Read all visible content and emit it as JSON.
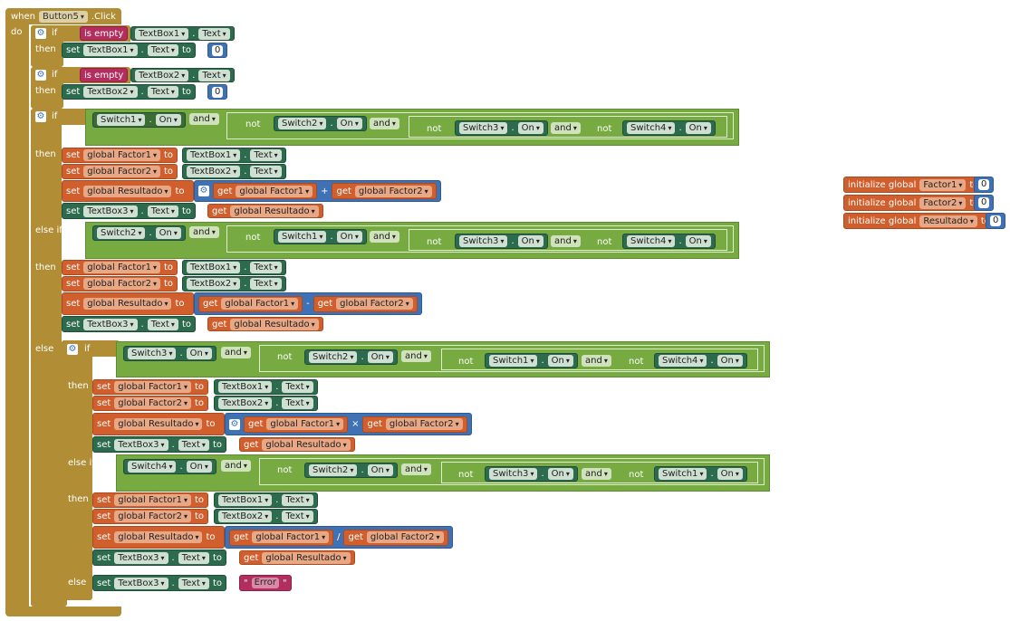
{
  "event": {
    "when": "when",
    "component": "Button5",
    "event_name": ".Click",
    "do": "do"
  },
  "kw": {
    "if": "if",
    "then": "then",
    "else_if": "else if",
    "else": "else",
    "set": "set",
    "get": "get",
    "to": "to",
    "dot": ".",
    "not": "not",
    "and": "and",
    "is_empty": "is empty"
  },
  "comp": {
    "textbox1": "TextBox1",
    "textbox2": "TextBox2",
    "textbox3": "TextBox3",
    "switch1": "Switch1",
    "switch2": "Switch2",
    "switch3": "Switch3",
    "switch4": "Switch4",
    "text": "Text",
    "on": "On"
  },
  "vars": {
    "factor1": "global Factor1",
    "factor2": "global Factor2",
    "resultado": "global Resultado"
  },
  "ops": {
    "plus": "+",
    "minus": "-",
    "times": "×",
    "divide": "/"
  },
  "zero": "0",
  "error_text": "Error",
  "quote": "\"",
  "globals": [
    {
      "label": "initialize global",
      "name": "Factor1",
      "to": "to",
      "value": "0"
    },
    {
      "label": "initialize global",
      "name": "Factor2",
      "to": "to",
      "value": "0"
    },
    {
      "label": "initialize global",
      "name": "Resultado",
      "to": "to",
      "value": "0"
    }
  ],
  "colors": {
    "control": "#b18e35",
    "component": "#2d6b4e",
    "variable": "#d05f2d",
    "logic": "#77ab41",
    "math": "#3f71b5",
    "text": "#b32d5e"
  }
}
